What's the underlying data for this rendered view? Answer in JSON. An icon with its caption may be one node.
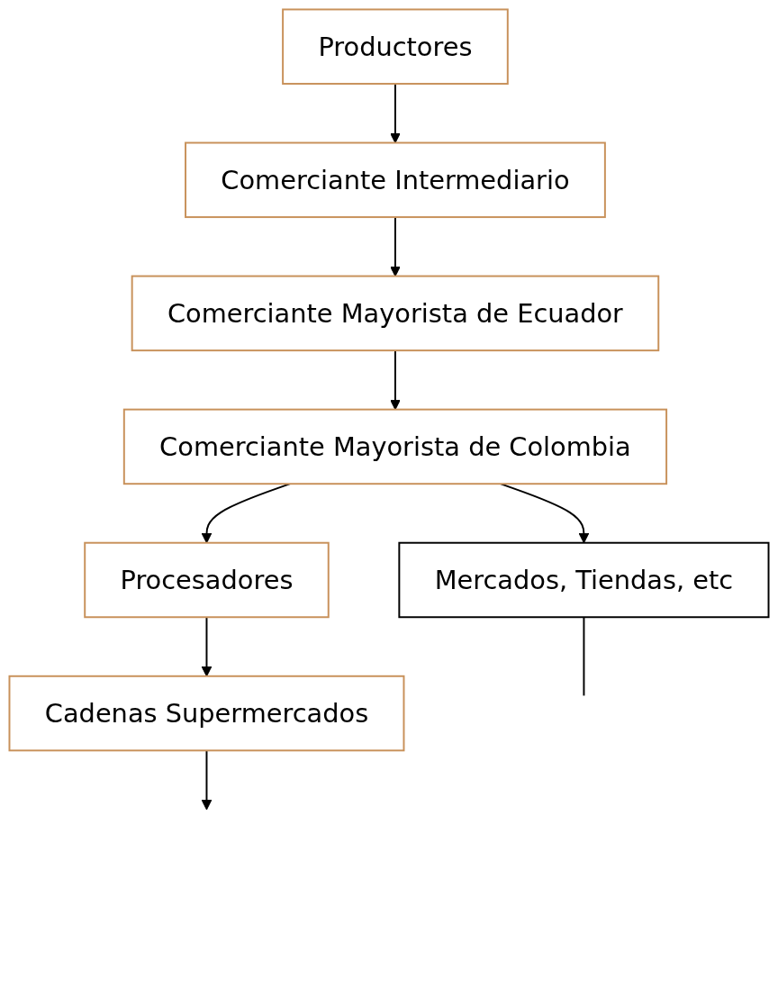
{
  "diagram": {
    "nodes": [
      {
        "text": [
          "Productores"
        ]
      },
      {
        "text": [
          "Comerciante Intermediario"
        ]
      },
      {
        "text": [
          "Comerciante Mayorista de Ecuador"
        ]
      },
      {
        "text": [
          "Comerciante Mayorista de Colombia"
        ]
      },
      {
        "text": [
          "Procesadores"
        ]
      },
      {
        "text": [
          "Cadenas Supermercados"
        ]
      },
      {
        "text": [
          "Mercados, Tiendas, etc"
        ]
      }
    ],
    "edges": [
      {
        "from": 0,
        "to": 1,
        "arrow": "to"
      },
      {
        "from": 1,
        "to": 2,
        "arrow": "to"
      },
      {
        "from": 2,
        "to": 3,
        "arrow": "to"
      },
      {
        "from": 3,
        "to": 4,
        "arrow": "to"
      },
      {
        "from": 3,
        "to": 6,
        "arrow": "to"
      },
      {
        "from": 4,
        "to": 5,
        "arrow": "to"
      },
      {
        "from": 5,
        "to": null,
        "arrow": "to"
      },
      {
        "from": 6,
        "to": null,
        "arrow": "none"
      }
    ]
  }
}
